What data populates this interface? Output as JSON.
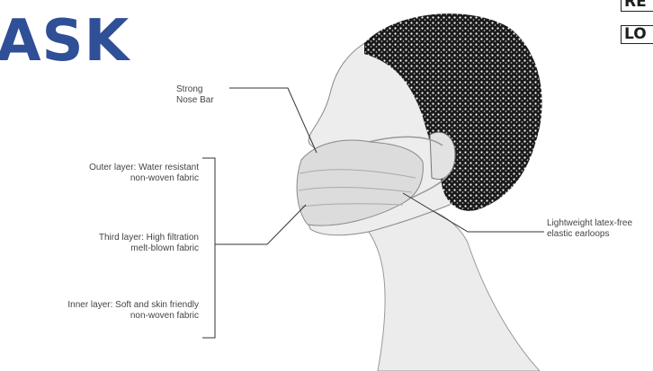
{
  "title": "ASK",
  "tags": [
    "RE",
    "LO"
  ],
  "labels": {
    "nose_bar": [
      "Strong",
      "Nose Bar"
    ],
    "outer_layer": [
      "Outer layer: Water resistant",
      "non-woven fabric"
    ],
    "third_layer": [
      "Third layer: High filtration",
      "melt-blown fabric"
    ],
    "inner_layer": [
      "Inner layer: Soft and skin friendly",
      "non-woven fabric"
    ],
    "earloops": [
      "Lightweight latex-free",
      "elastic earloops"
    ]
  },
  "colors": {
    "title": "#2f4f97",
    "line": "#333333",
    "skin": "#e9e9e9",
    "hair": "#1a1a1a"
  }
}
